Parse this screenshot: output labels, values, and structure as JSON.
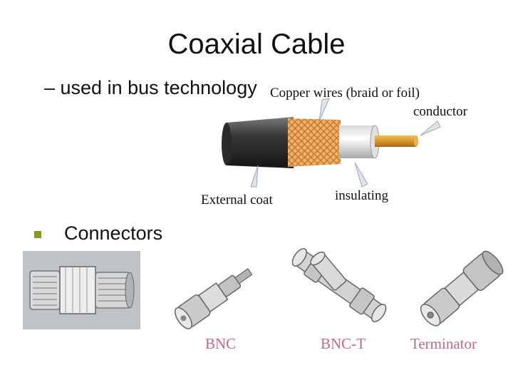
{
  "title": "Coaxial Cable",
  "subtitle": "– used in bus technology",
  "cable_labels": {
    "copper": "Copper wires (braid or foil)",
    "conductor": "conductor",
    "external": "External coat",
    "insulating": "insulating"
  },
  "bullet": {
    "text": "Connectors",
    "color": "#8a9a1e"
  },
  "connectors": [
    {
      "label": ""
    },
    {
      "label": "BNC"
    },
    {
      "label": "BNC-T"
    },
    {
      "label": "Terminator"
    }
  ],
  "colors": {
    "connector_label": "#c06a80",
    "braid": "#f0a860",
    "conductor": "#d89a3a",
    "coat": "#3a3a3a"
  }
}
